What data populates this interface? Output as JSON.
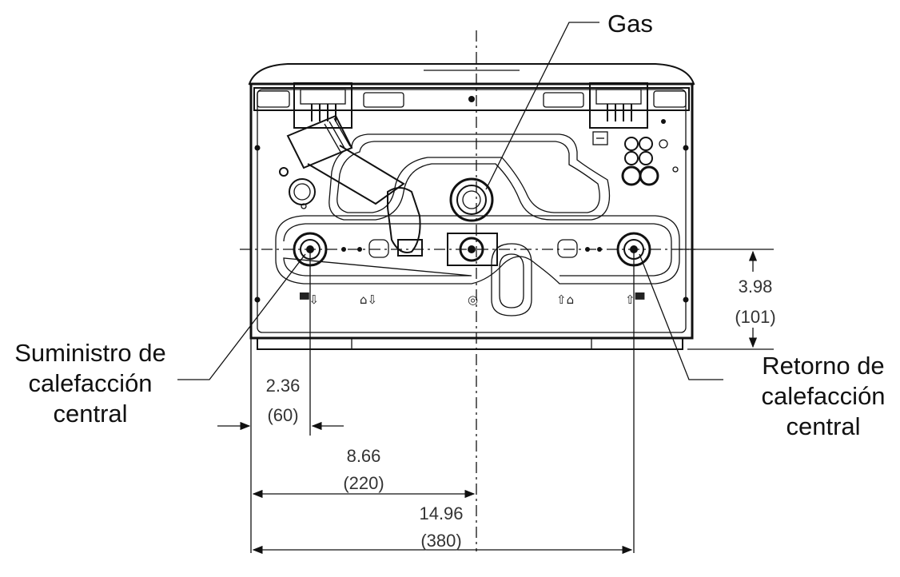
{
  "labels": {
    "gas": "Gas",
    "supply": [
      "Suministro de",
      "calefacción",
      "central"
    ],
    "return": [
      "Retorno de",
      "calefacción",
      "central"
    ]
  },
  "dimensions": {
    "vertical_offset": {
      "inches": "3.98",
      "mm": "(101)"
    },
    "left_offset": {
      "inches": "2.36",
      "mm": "(60)"
    },
    "center_offset": {
      "inches": "8.66",
      "mm": "(220)"
    },
    "total_span": {
      "inches": "14.96",
      "mm": "(380)"
    }
  },
  "colors": {
    "line": "#111111",
    "dimension_text": "#333333",
    "background": "#ffffff"
  }
}
